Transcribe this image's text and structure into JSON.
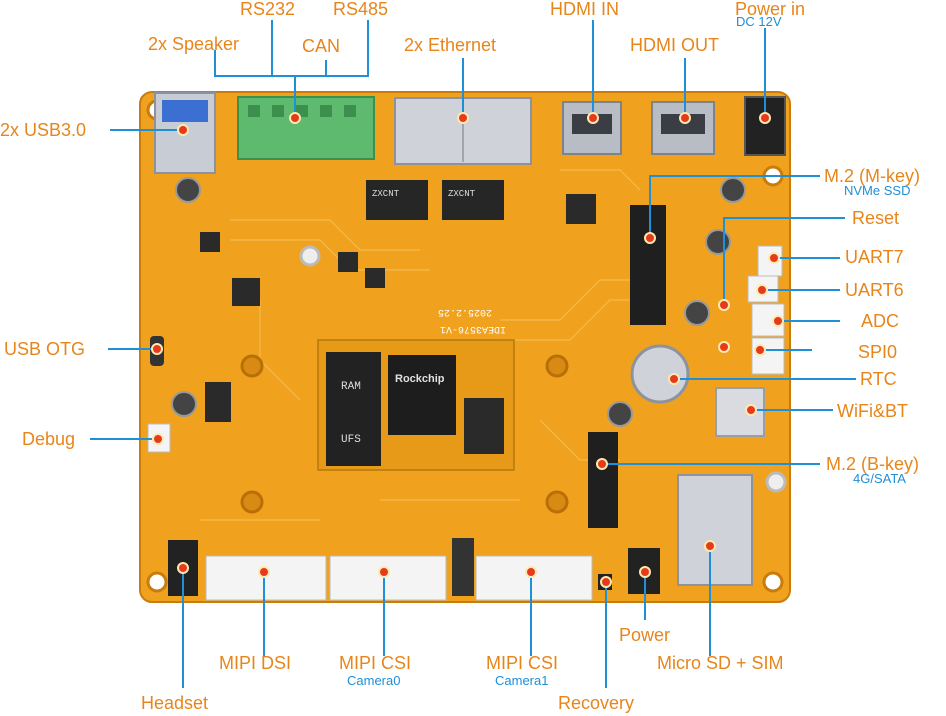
{
  "labels": {
    "rs232": "RS232",
    "rs485": "RS485",
    "speaker": "2x Speaker",
    "can": "CAN",
    "ethernet": "2x Ethernet",
    "hdmi_in": "HDMI IN",
    "hdmi_out": "HDMI OUT",
    "power_in": "Power in",
    "power_in_sub": "DC 12V",
    "usb30": "2x  USB3.0",
    "m2_m": "M.2 (M-key)",
    "m2_m_sub": "NVMe SSD",
    "reset": "Reset",
    "uart7": "UART7",
    "uart6": "UART6",
    "adc": "ADC",
    "spi0": "SPI0",
    "usb_otg": "USB OTG",
    "rtc": "RTC",
    "wifi_bt": "WiFi&BT",
    "debug": "Debug",
    "m2_b": "M.2 (B-key)",
    "m2_b_sub": "4G/SATA",
    "power": "Power",
    "mipi_dsi": "MIPI DSI",
    "mipi_csi0": "MIPI CSI",
    "mipi_csi0_sub": "Camera0",
    "mipi_csi1": "MIPI CSI",
    "mipi_csi1_sub": "Camera1",
    "microsd": "Micro SD + SIM",
    "headset": "Headset",
    "recovery": "Recovery"
  },
  "board_text": {
    "ram": "RAM",
    "ufs": "UFS",
    "soc_brand": "Rockchip",
    "board_id": "IDEA3576-V1",
    "board_date": "2025.2.25",
    "phy1": "ZXCNT",
    "phy2": "ZXCNT"
  },
  "colors": {
    "label": "#e8851a",
    "sublabel": "#1f8fd6",
    "board": "#f0a21e",
    "leader": "#1f8fd6",
    "marker": "#e53b1c"
  }
}
